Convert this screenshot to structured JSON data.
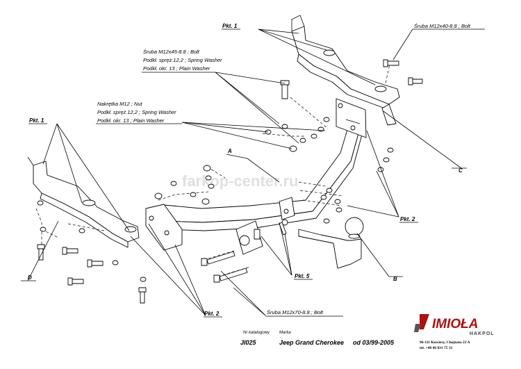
{
  "watermark": "farkop-center.ru",
  "labels": {
    "pkt1_top": "Pkt. 1",
    "pkt1_left": "Pkt. 1",
    "pkt2_right": "Pkt. 2",
    "pkt2_bottom": "Pkt. 2",
    "pkt5": "Pkt. 5",
    "A": "A",
    "B": "B",
    "C": "C",
    "D": "D"
  },
  "callouts": {
    "bolt_m12x40": "Śruba M12x40-8.8  ;  Bolt",
    "bolt_m12x45": "Śruba M12x45-8.8  ;  Bolt",
    "spring_washer_1": "Podkł. spręż.12,2 ; Spring Washer",
    "plain_washer_1": "Podkł. okr. 13 ; Plain Washer",
    "nut_m12": "Nakrętka  M12 ; Nut",
    "spring_washer_2": "Podkł. spręż.12,2 ; Spring Washer",
    "plain_washer_2": "Podkł. okr. 13 ; Plain Washer",
    "bolt_m12x70": "Śruba M12x70-8.8  ;  Bolt"
  },
  "title_block": {
    "catalog_label": "Nr katalogowy",
    "brand_label": "Marka",
    "catalog_value": "JI025",
    "model_value": "Jeep Grand Cherokee",
    "date_value": "od 03/99-2005"
  },
  "logo": {
    "name": "IMIOŁA",
    "sub": "HAKPOL",
    "address_line1": "96-111 Kowiesy, Chojnata 23 A",
    "address_line2": "tel. +48 46 831 75 31"
  }
}
